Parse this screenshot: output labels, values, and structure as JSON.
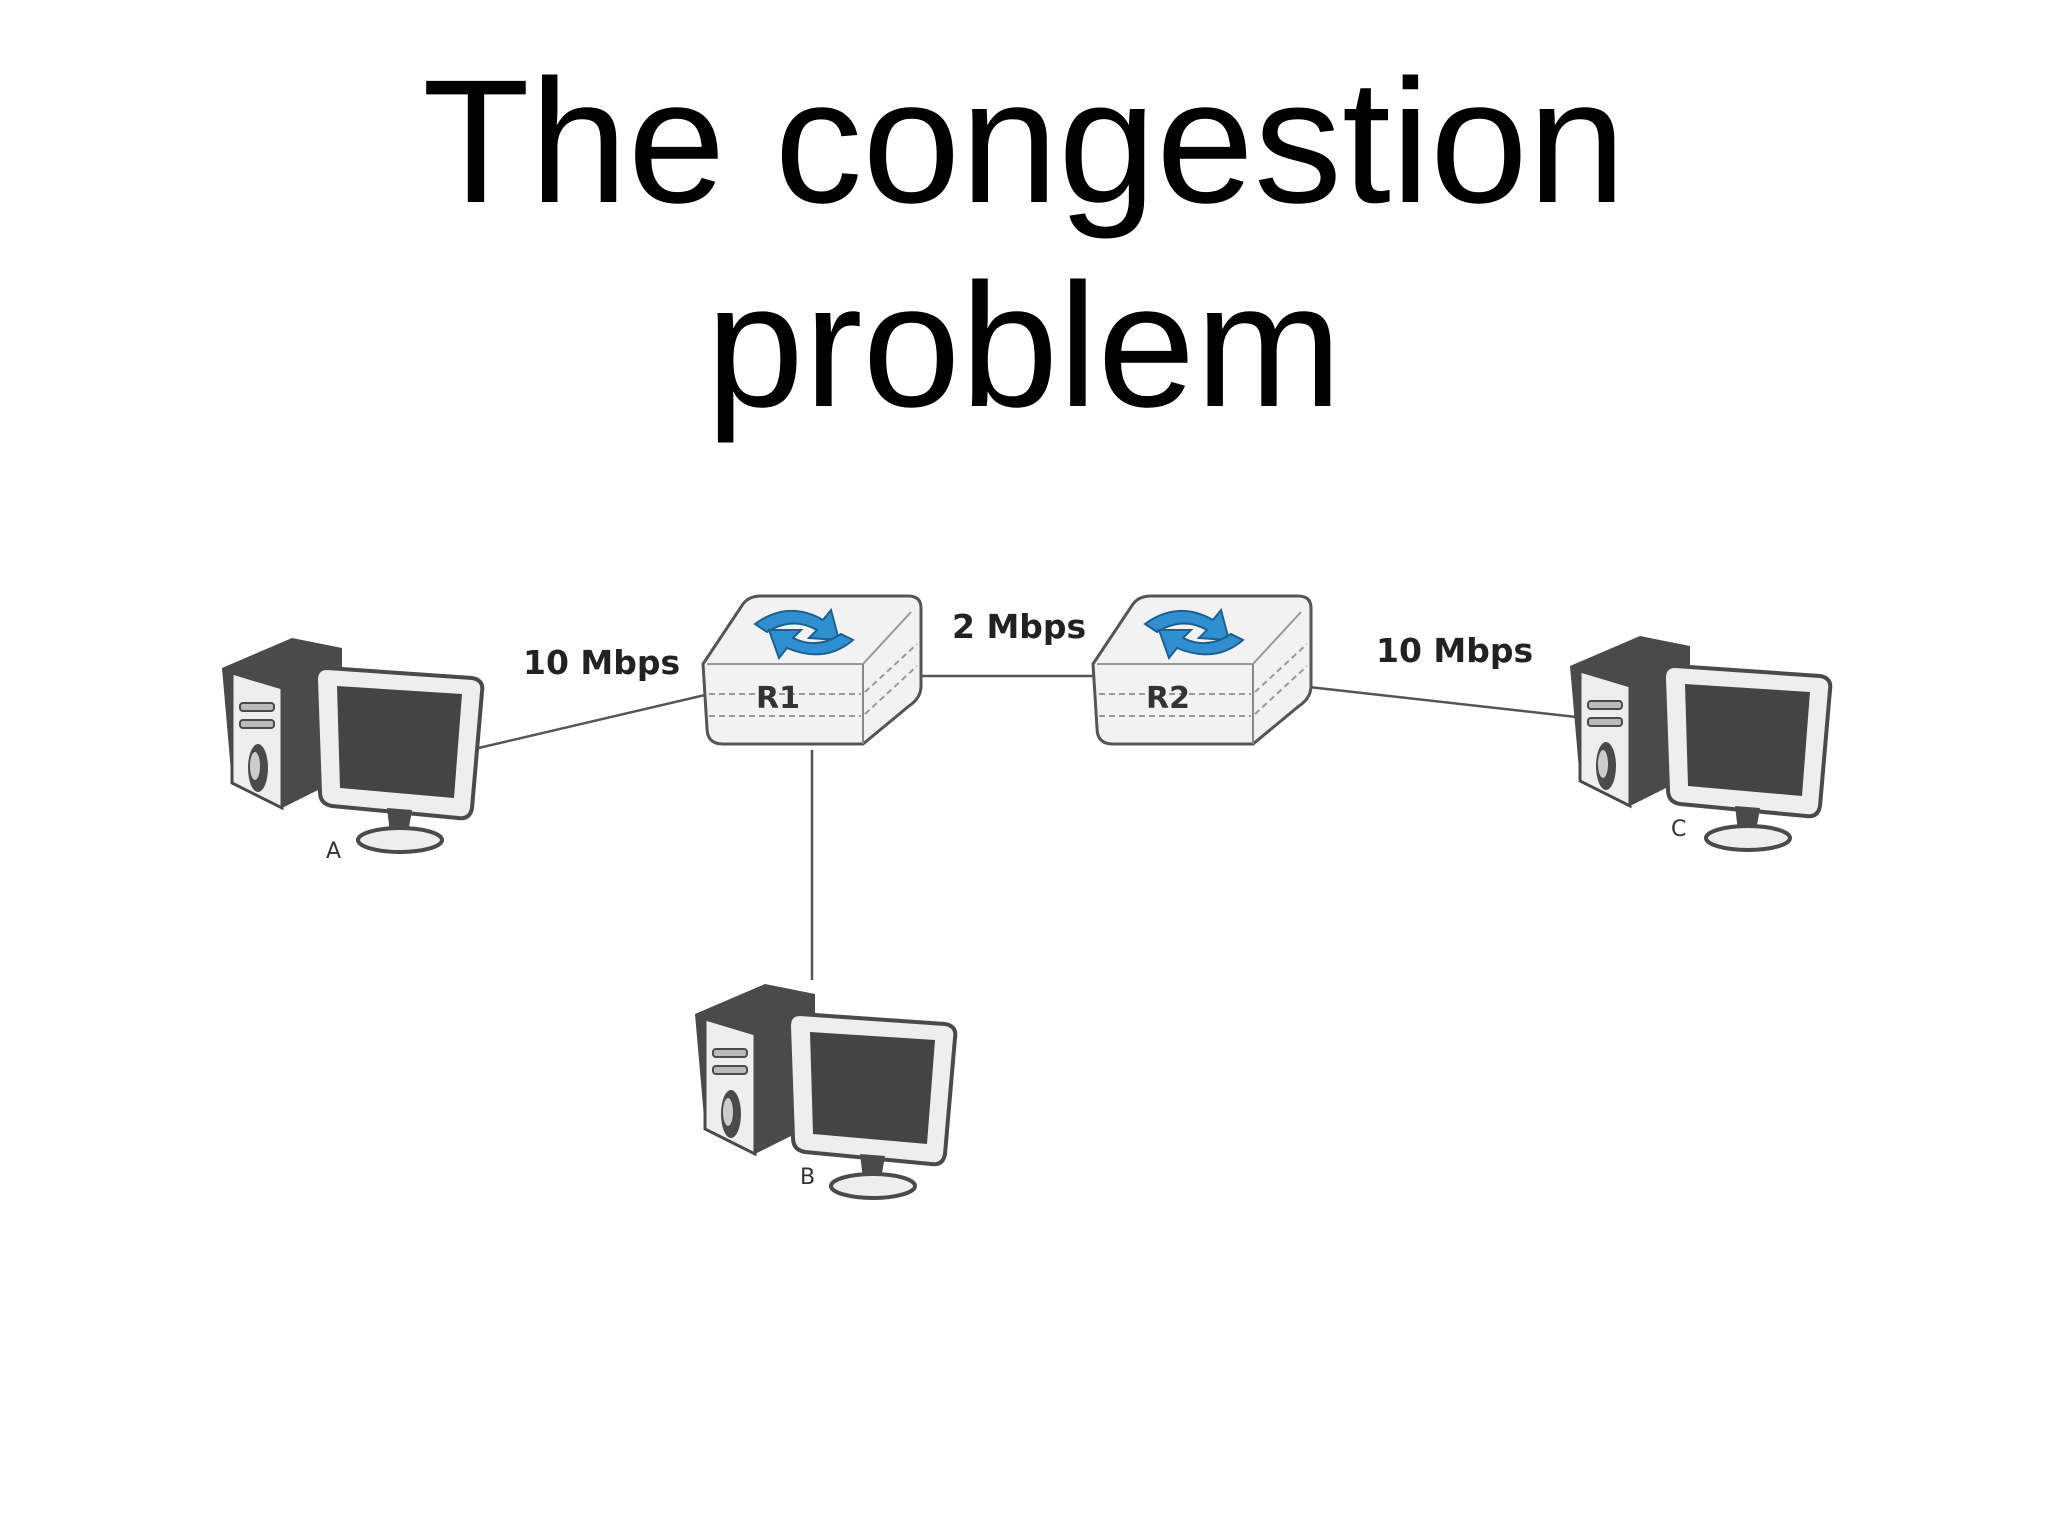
{
  "title": {
    "line1": "The congestion",
    "line2": "problem"
  },
  "diagram": {
    "routers": [
      {
        "id": "R1",
        "label": "R1",
        "icon": "router-icon"
      },
      {
        "id": "R2",
        "label": "R2",
        "icon": "router-icon"
      }
    ],
    "hosts": [
      {
        "id": "A",
        "label": "A",
        "icon": "computer-icon"
      },
      {
        "id": "B",
        "label": "B",
        "icon": "computer-icon"
      },
      {
        "id": "C",
        "label": "C",
        "icon": "computer-icon"
      }
    ],
    "links": [
      {
        "from": "A",
        "to": "R1",
        "label": "10 Mbps"
      },
      {
        "from": "R1",
        "to": "R2",
        "label": "2 Mbps"
      },
      {
        "from": "R2",
        "to": "C",
        "label": "10 Mbps"
      },
      {
        "from": "R1",
        "to": "B",
        "label": ""
      }
    ],
    "colors": {
      "link": "#555555",
      "router_body": "#f2f2f2",
      "router_arrows": "#2f8fd0",
      "computer_dark": "#4a4a4a",
      "computer_light": "#eeeeee"
    }
  }
}
